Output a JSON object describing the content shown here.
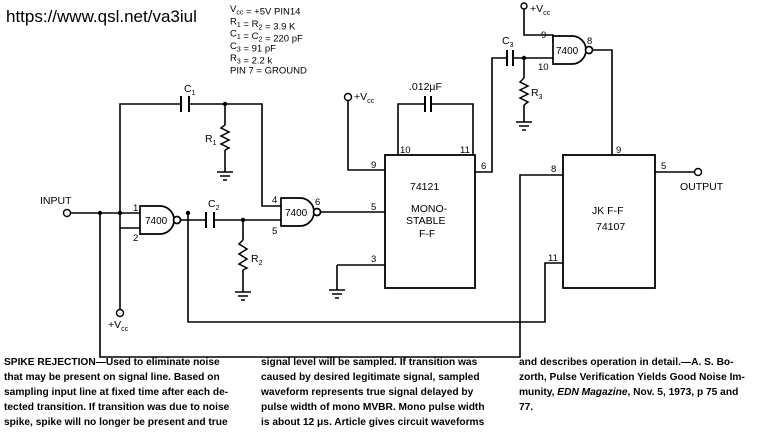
{
  "header": {
    "url": "https://www.qsl.net/va3iul"
  },
  "specs": [
    "V<sub>cc</sub>  = +5V PIN14",
    "R<sub>1</sub>  =  R<sub>2</sub> = 3.9 K",
    "C<sub>1</sub>  =  C<sub>2</sub> = 220 pF",
    "C<sub>3</sub>  = 91 pF",
    "R<sub>3</sub>  = 2.2 k",
    "PIN 7 = GROUND"
  ],
  "labels": {
    "input": "INPUT",
    "output": "OUTPUT",
    "gate": "7400",
    "c1": "C",
    "c1_sub": "1",
    "c2": "C",
    "c2_sub": "2",
    "c3": "C",
    "c3_sub": "3",
    "r1": "R",
    "r1_sub": "1",
    "r2": "R",
    "r2_sub": "2",
    "r3": "R",
    "r3_sub": "3",
    "vcc": "+V",
    "vcc_sub": "cc",
    "cap_ext": ".012μF",
    "mono_1": "74121",
    "mono_2": "MONO-",
    "mono_3": "STABLE",
    "mono_4": "F-F",
    "jk_1": "JK F-F",
    "jk_2": "74107"
  },
  "pins": {
    "g1_in1": "1",
    "g1_in2": "2",
    "g2_in1": "4",
    "g2_in2": "5",
    "g2_out": "6",
    "g3_in1": "9",
    "g3_in2": "10",
    "g3_out": "8",
    "mono_vcc": "9",
    "mono_c1": "10",
    "mono_c2": "11",
    "mono_in": "5",
    "mono_gnd": "3",
    "mono_out": "6",
    "jk_j": "8",
    "jk_k": "11",
    "jk_clk": "9",
    "jk_q": "5"
  },
  "caption": {
    "col1": [
      "<b>SPIKE REJECTION</b>—Used to eliminate noise",
      "that may be present on signal line. Based on",
      "sampling input line at fixed time after each de-",
      "tected transition. If transition was due to noise",
      "spike, spike will no longer be present and true"
    ],
    "col2": [
      "signal level will be sampled. If transition was",
      "caused by desired legitimate signal, sampled",
      "waveform represents true signal delayed by",
      "pulse width of mono MVBR. Mono pulse width",
      "is about 12 μs. Article gives circuit waveforms"
    ],
    "col3": [
      "and describes operation in detail.—A. S. Bo-",
      "zorth, Pulse Verification Yields Good Noise Im-",
      "munity, <i>EDN Magazine</i>, Nov. 5, 1973, p 75 and",
      "77."
    ]
  }
}
